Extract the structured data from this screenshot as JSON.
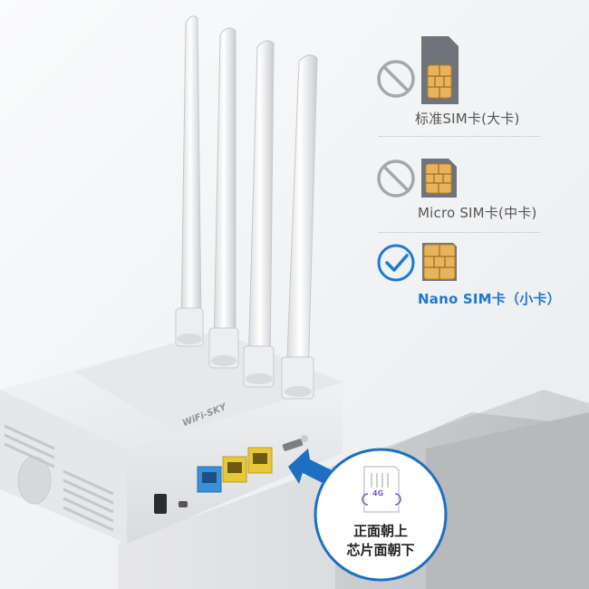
{
  "sim_options": [
    {
      "label": "标准SIM卡(大卡)",
      "status": "not-supported",
      "icon": "prohibited-icon"
    },
    {
      "label": "Micro SIM卡(中卡)",
      "status": "not-supported",
      "icon": "prohibited-icon"
    },
    {
      "label": "Nano SIM卡（小卡）",
      "status": "supported",
      "icon": "checkmark-circle-icon"
    }
  ],
  "callout": {
    "line1": "正面朝上",
    "line2": "芯片面朝下",
    "card_tag": "4G"
  },
  "brand": "WiFi-SKY",
  "colors": {
    "accent_blue": "#1e79d6",
    "arrow_blue": "#1c6fc1",
    "prohibited_gray": "#a4a7ab",
    "sim_body": "#6f737a",
    "sim_chip": "#e8b35a",
    "port_blue": "#3a8fd9",
    "port_yellow": "#e6c83a"
  }
}
